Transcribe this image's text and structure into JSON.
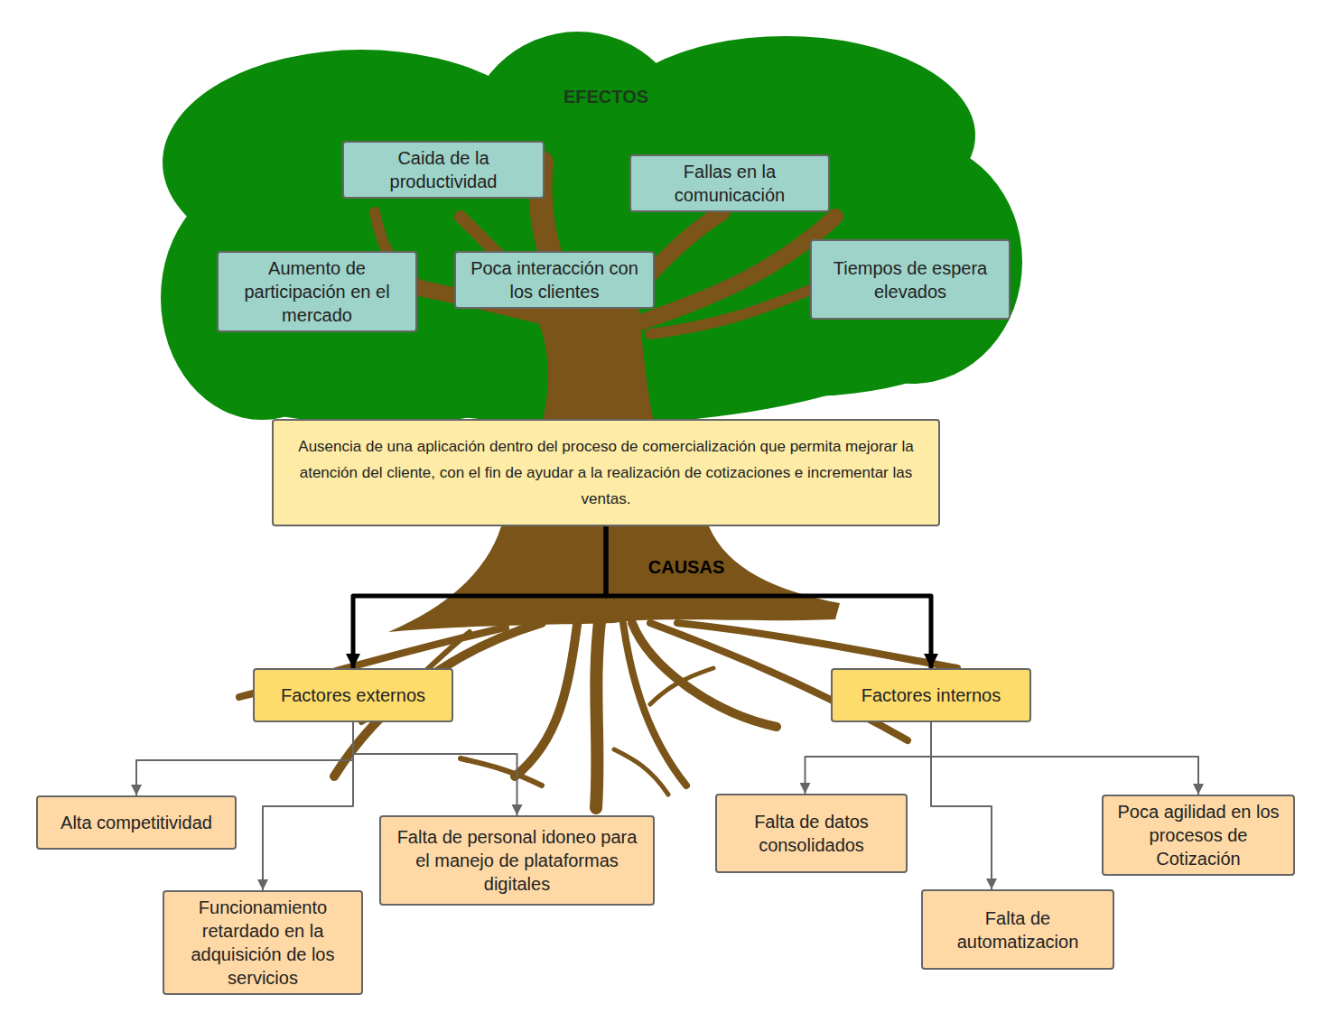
{
  "diagram": {
    "nodes": [
      {
        "text": [
          "Caida de la productividad"
        ]
      },
      {
        "text": [
          "Fallas en la comunicación"
        ]
      },
      {
        "text": [
          "Aumento de participación en el mercado"
        ]
      },
      {
        "text": [
          "Poca interacción con los clientes"
        ]
      },
      {
        "text": [
          "Tiempos de espera elevados"
        ]
      },
      {
        "text": [
          "Ausencia de una aplicación dentro del proceso de comercialización que permita mejorar la atención del cliente, con el fin de ayudar a la realización de cotizaciones e incrementar las ventas."
        ]
      },
      {
        "text": [
          "Factores externos"
        ]
      },
      {
        "text": [
          "Factores internos"
        ]
      },
      {
        "text": [
          "Alta competitividad"
        ]
      },
      {
        "text": [
          "Funcionamiento retardado en la adquisición de los servicios"
        ]
      },
      {
        "text": [
          "Falta de personal idoneo para el manejo de plataformas digitales"
        ]
      },
      {
        "text": [
          "Falta de datos consolidados"
        ]
      },
      {
        "text": [
          "Falta de automatizacion"
        ]
      },
      {
        "text": [
          "Poca agilidad en los procesos de Cotización"
        ]
      }
    ],
    "edges": [
      {
        "from": 5,
        "to": 6,
        "arrow": "to"
      },
      {
        "from": 5,
        "to": 7,
        "arrow": "to"
      },
      {
        "from": 6,
        "to": 8,
        "arrow": "to"
      },
      {
        "from": 6,
        "to": 9,
        "arrow": "to"
      },
      {
        "from": 6,
        "to": 10,
        "arrow": "to"
      },
      {
        "from": 7,
        "to": 11,
        "arrow": "to"
      },
      {
        "from": 7,
        "to": 12,
        "arrow": "to"
      },
      {
        "from": 7,
        "to": 13,
        "arrow": "to"
      }
    ],
    "labels": [
      "EFECTOS",
      "CAUSAS"
    ]
  }
}
